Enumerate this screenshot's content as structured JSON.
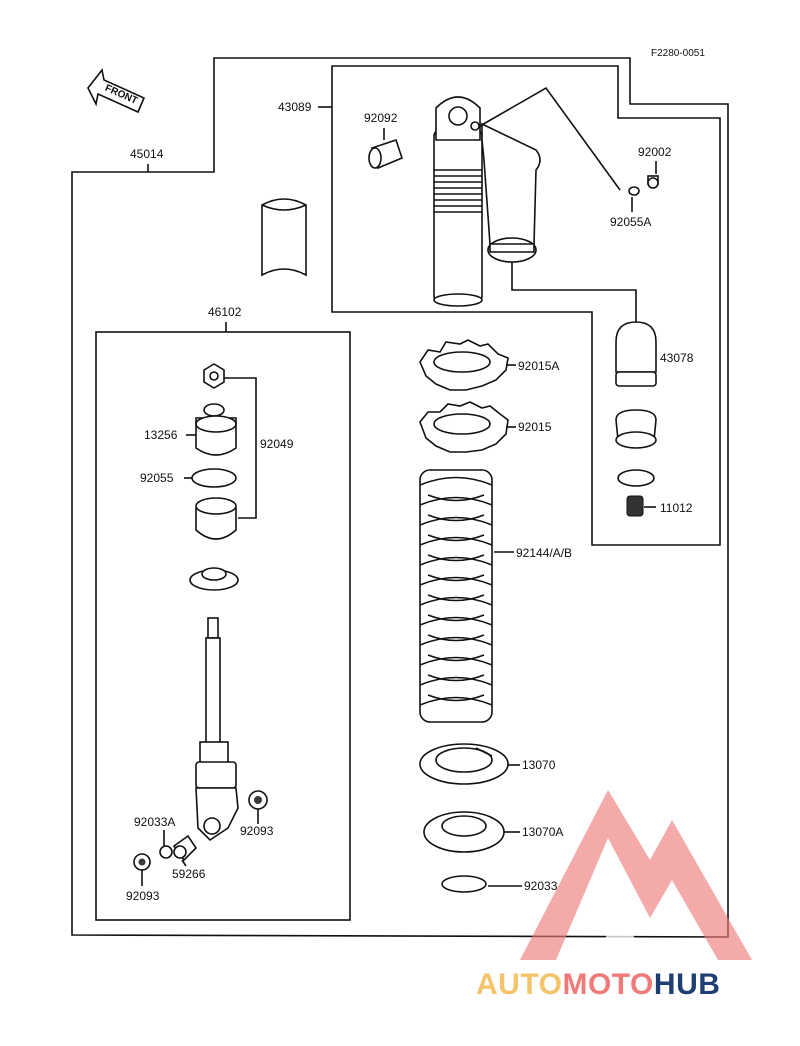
{
  "figure_code": "F2280-0051",
  "front_arrow_text": "FRONT",
  "labels": {
    "l45014": "45014",
    "l43089": "43089",
    "l92092": "92092",
    "l92002": "92002",
    "l92055A": "92055A",
    "l46102": "46102",
    "l43078": "43078",
    "l92015A": "92015A",
    "l92015": "92015",
    "l11012": "11012",
    "l13256": "13256",
    "l92049": "92049",
    "l92055": "92055",
    "l92144": "92144/A/B",
    "l13070": "13070",
    "l13070A": "13070A",
    "l92033": "92033",
    "l92033A": "92033A",
    "l92093a": "92093",
    "l92093b": "92093",
    "l59266": "59266"
  },
  "watermark": {
    "auto": "AUTO",
    "moto": "MOTO",
    "hub": "HUB",
    "colors": {
      "auto": "#f4c36a",
      "moto": "#f07a7a",
      "hub": "#1f3f74",
      "triangle": "#f07a7a"
    }
  }
}
